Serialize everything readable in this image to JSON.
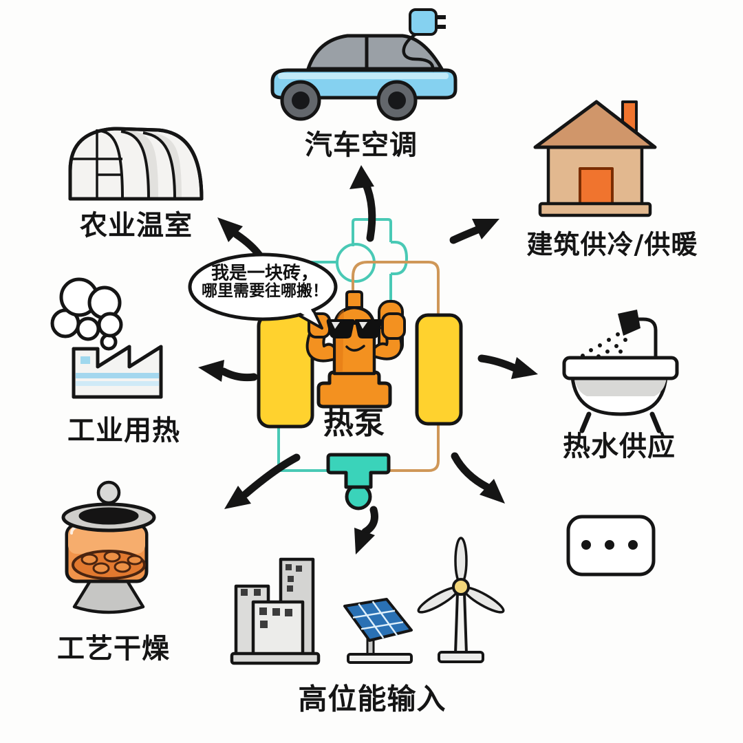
{
  "colors": {
    "ink": "#151515",
    "teal_pipe": "#49c9b5",
    "teal_fill": "#3ad3ba",
    "orange_pipe": "#cf9758",
    "exchanger_yellow": "#ffd22e",
    "character_orange": "#f39120",
    "character_orange_dark": "#e07613",
    "car_blue": "#85d1f0",
    "house_accent": "#f0742e"
  },
  "center": {
    "label": "热泵",
    "speech_bubble": {
      "line1": "我是一块砖，",
      "line2": "哪里需要往哪搬！"
    }
  },
  "nodes": {
    "car_ac": {
      "label": "汽车空调",
      "icon": "electric-car-icon"
    },
    "greenhouse": {
      "label": "农业温室",
      "icon": "greenhouse-icon"
    },
    "building_hvac": {
      "label": "建筑供冷/供暖",
      "icon": "house-icon"
    },
    "industrial_heat": {
      "label": "工业用热",
      "icon": "factory-icon"
    },
    "hot_water": {
      "label": "热水供应",
      "icon": "bathtub-shower-icon"
    },
    "process_drying": {
      "label": "工艺干燥",
      "icon": "drying-pot-icon"
    },
    "others": {
      "icon": "ellipsis-icon"
    },
    "energy_input": {
      "label": "高位能输入",
      "icons": [
        "city-buildings-icon",
        "solar-panel-icon",
        "wind-turbine-icon"
      ]
    }
  }
}
